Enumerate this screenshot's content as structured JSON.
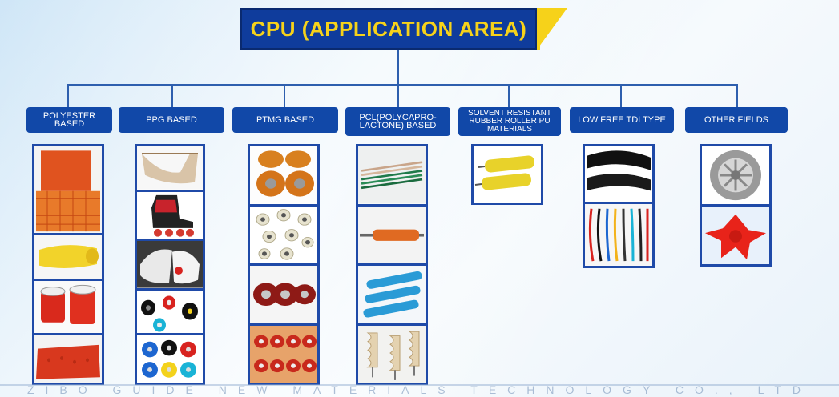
{
  "title": "CPU (APPLICATION AREA)",
  "categories": [
    {
      "label": "POLYESTER BASED"
    },
    {
      "label": "PPG BASED"
    },
    {
      "label": "PTMG BASED"
    },
    {
      "label": "PCL(POLYCAPRO-LACTONE) BASED"
    },
    {
      "label": "SOLVENT RESISTANT RUBBER ROLLER PU MATERIALS"
    },
    {
      "label": "LOW FREE TDI TYPE"
    },
    {
      "label": "OTHER FIELDS"
    }
  ],
  "footer": "ZIBO GUIDE NEW MATERIALS TECHNOLOGY CO., LTD",
  "colors": {
    "title_bg": "#0f3c9c",
    "title_text": "#f6d21a",
    "category_bg": "#1148a8",
    "connector": "#2e5fae"
  }
}
